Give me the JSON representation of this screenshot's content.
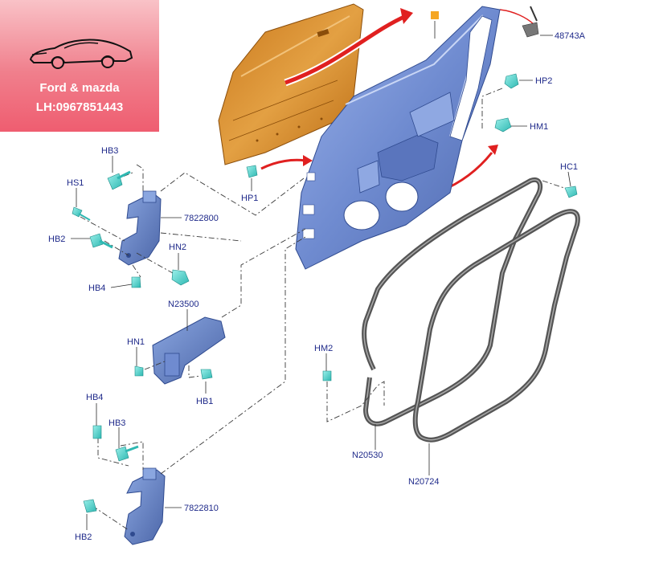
{
  "badge": {
    "line1": "Ford & mazda",
    "line2": "LH:0967851443"
  },
  "callouts": {
    "c48743A": "48743A",
    "cHP2": "HP2",
    "cHM1": "HM1",
    "cHC1": "HC1",
    "cHP1": "HP1",
    "cHB3a": "HB3",
    "cHS1": "HS1",
    "c7822800": "7822800",
    "cHB2a": "HB2",
    "cHN2": "HN2",
    "cHB4a": "HB4",
    "cN23500": "N23500",
    "cHN1": "HN1",
    "cHB1": "HB1",
    "cHM2": "HM2",
    "cHB4b": "HB4",
    "cHB3b": "HB3",
    "c7822810": "7822810",
    "cHB2b": "HB2",
    "cN20530": "N20530",
    "cN20724": "N20724"
  },
  "colors": {
    "outer_panel": "#d98a2b",
    "inner_panel": "#7a95d6",
    "seal": "#555555",
    "fastener": "#49d6d0",
    "arrow": "#e02020",
    "marker": "#f5a623",
    "callout_text": "#1f2a8a"
  }
}
